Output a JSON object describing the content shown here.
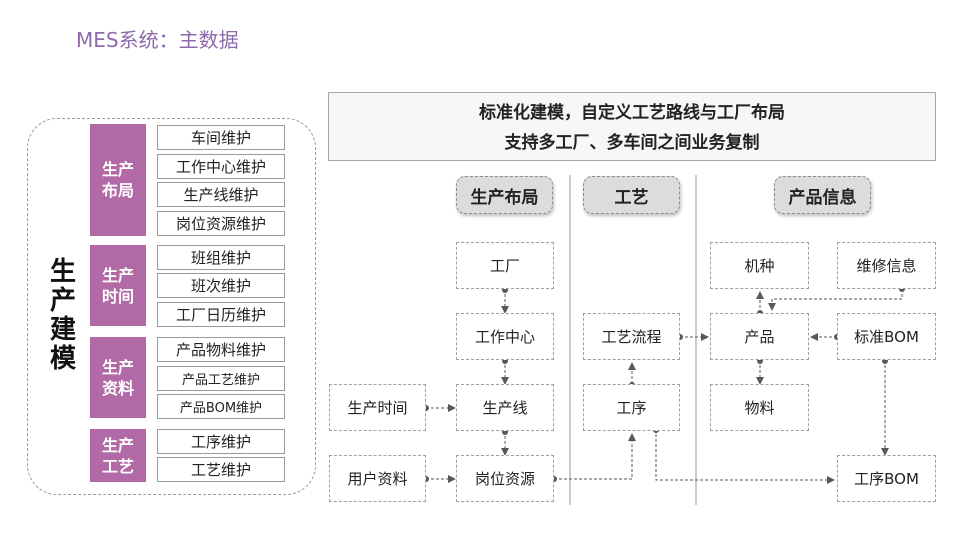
{
  "title": "MES系统：主数据",
  "left_panel": {
    "title": "生产建模",
    "groups": [
      {
        "label": "生产布局",
        "items": [
          "车间维护",
          "工作中心维护",
          "生产线维护",
          "岗位资源维护"
        ]
      },
      {
        "label": "生产时间",
        "items": [
          "班组维护",
          "班次维护",
          "工厂日历维护"
        ]
      },
      {
        "label": "生产资料",
        "items": [
          "产品物料维护",
          "产品工艺维护",
          "产品BOM维护"
        ]
      },
      {
        "label": "生产工艺",
        "items": [
          "工序维护",
          "工艺维护"
        ]
      }
    ]
  },
  "banner": {
    "line1": "标准化建模，自定义工艺路线与工厂布局",
    "line2": "支持多工厂、多车间之间业务复制"
  },
  "columns": {
    "layout": "生产布局",
    "process": "工艺",
    "product": "产品信息"
  },
  "nodes": {
    "factory": "工厂",
    "work_center": "工作中心",
    "production_line": "生产线",
    "post_resource": "岗位资源",
    "production_time": "生产时间",
    "user_data": "用户资料",
    "process_flow": "工艺流程",
    "operation": "工序",
    "model": "机种",
    "maintenance_info": "维修信息",
    "product": "产品",
    "standard_bom": "标准BOM",
    "material": "物料",
    "operation_bom": "工序BOM"
  },
  "colors": {
    "title": "#8e6aad",
    "category_fill": "#b16aa6",
    "header_fill": "#dcdcdc",
    "connector": "#595959"
  }
}
